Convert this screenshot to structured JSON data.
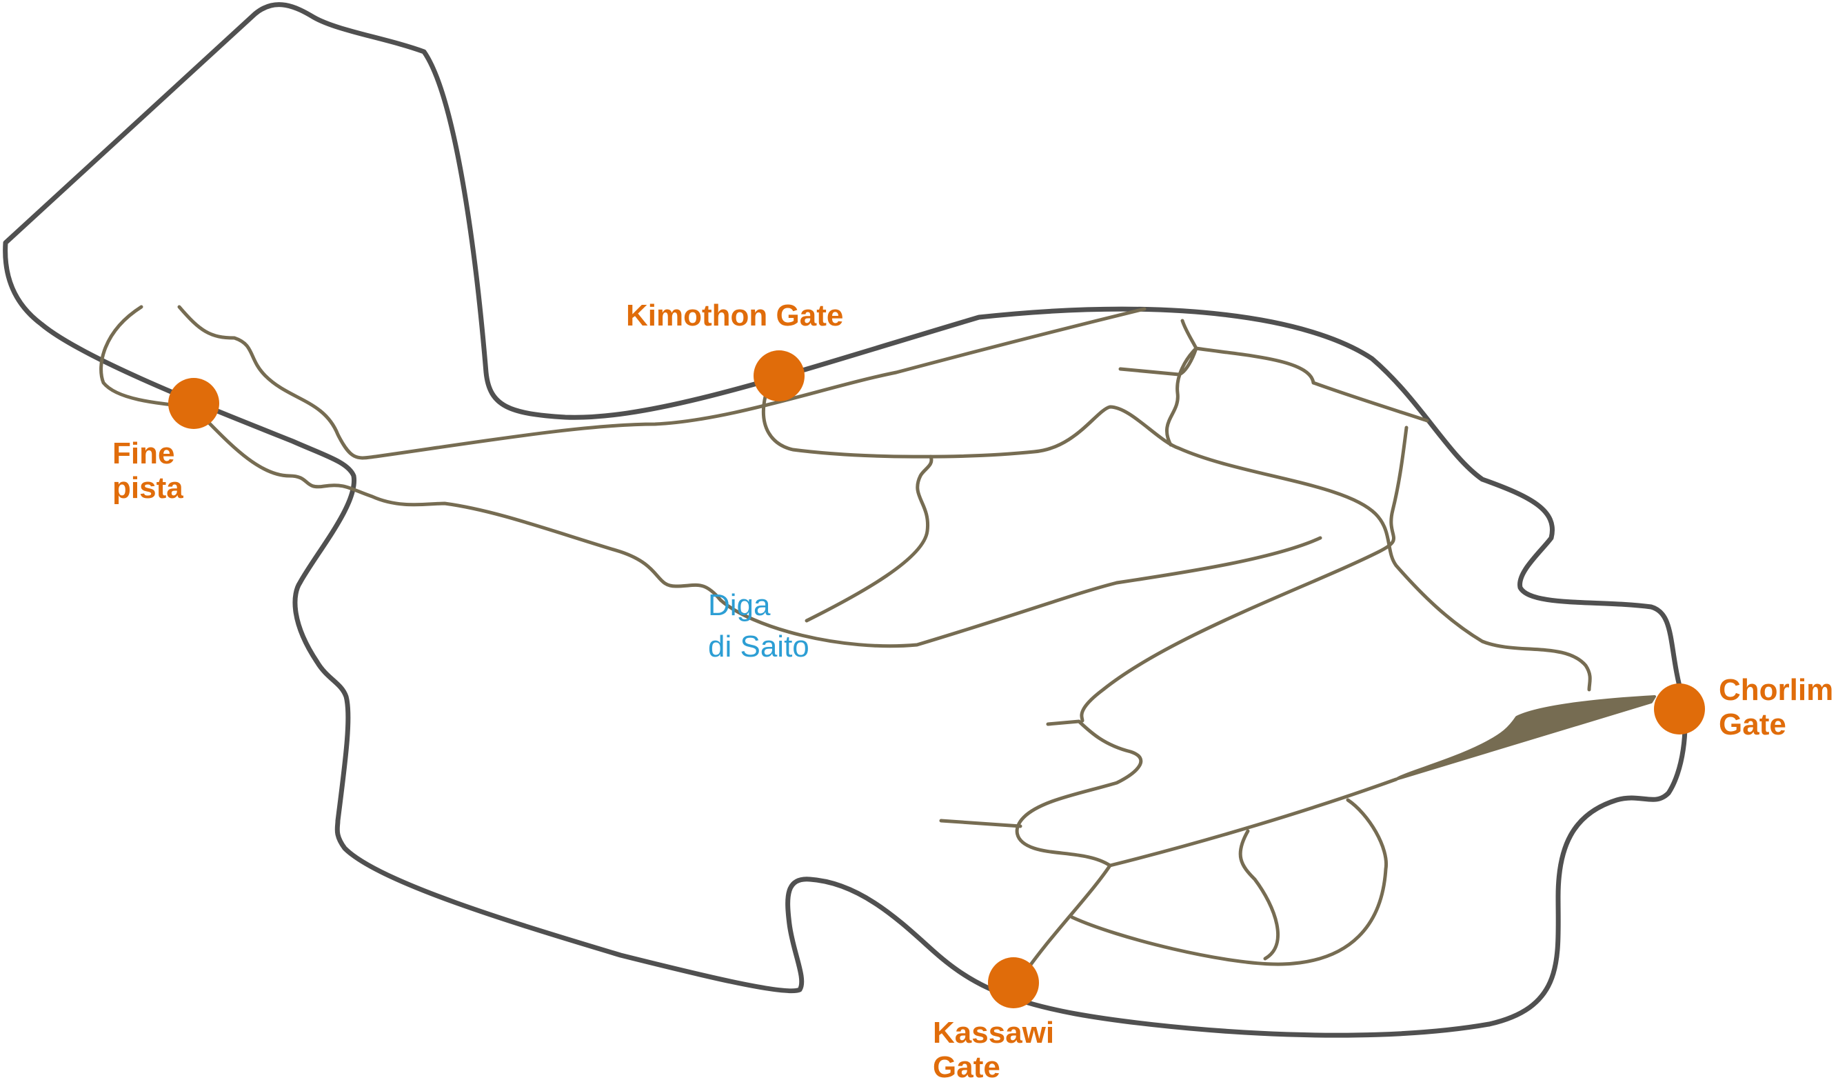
{
  "map": {
    "colors": {
      "boundary": "#505050",
      "track": "#766c52",
      "gate": "#e06c0a",
      "water_label": "#2c9ed4",
      "background": "#ffffff"
    },
    "gates": [
      {
        "id": "kimothon",
        "lines": [
          "Kimothon Gate"
        ]
      },
      {
        "id": "fine-pista",
        "lines": [
          "Fine",
          "pista"
        ]
      },
      {
        "id": "chorlim",
        "lines": [
          "Chorlim",
          "Gate"
        ]
      },
      {
        "id": "kassawi",
        "lines": [
          "Kassawi",
          "Gate"
        ]
      }
    ],
    "water_features": [
      {
        "id": "diga-di-saito",
        "lines": [
          "Diga",
          "di Saito"
        ]
      }
    ]
  }
}
